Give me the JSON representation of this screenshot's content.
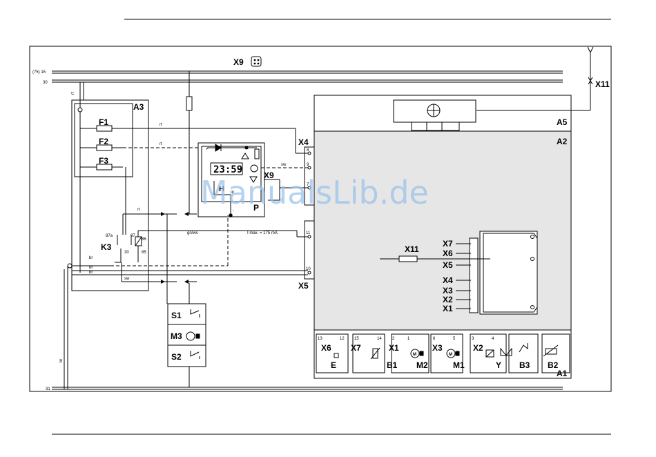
{
  "rails": {
    "r15": "(75) 15",
    "r30": "30",
    "r31": "31"
  },
  "connectors": {
    "x9_top": "X9",
    "x11_top": "X11",
    "x9_timer": "X9",
    "x4": "X4",
    "x5": "X5"
  },
  "modules": {
    "a1": "A1",
    "a2": "A2",
    "a3": "A3",
    "a5": "A5",
    "p": "P"
  },
  "fuses": [
    "F1",
    "F2",
    "F3"
  ],
  "relay": {
    "name": "K3",
    "pins": [
      "87a",
      "87",
      "86",
      "30",
      "85"
    ]
  },
  "switch_unit": {
    "s1": "S1",
    "m3": "M3",
    "s2": "S2"
  },
  "wires": {
    "rt": "rt",
    "br": "br",
    "sw": "sw",
    "gnws": "gn/ws",
    "imax": "I max. = 175 mA"
  },
  "timer": {
    "display": "23:59",
    "h": "H",
    "ol": "ol",
    "plus": "+",
    "minus": "-"
  },
  "x4_pins": [
    "8",
    "9",
    "7"
  ],
  "x5_pins": [
    "11",
    "10"
  ],
  "ecu": {
    "x11": "X11",
    "connectors": [
      "X7",
      "X6",
      "X5",
      "X4",
      "X3",
      "X2",
      "X1"
    ]
  },
  "bottom": {
    "terminals": [
      "13",
      "12",
      "15",
      "14",
      "2",
      "1",
      "6",
      "5",
      "3",
      "4"
    ],
    "connectors": [
      "X6",
      "X7",
      "X1",
      "X3",
      "X2"
    ],
    "components": [
      "E",
      "B1",
      "M2",
      "M1",
      "Y",
      "B3",
      "B2"
    ],
    "motor_letter": "M"
  },
  "watermark": "ManualsLib.de"
}
